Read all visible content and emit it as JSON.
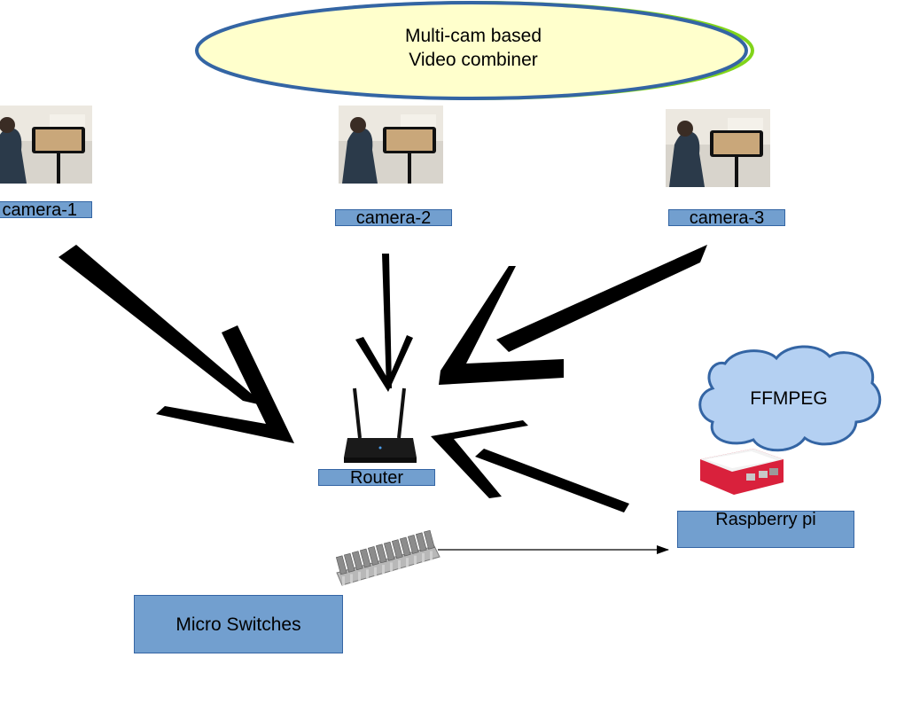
{
  "title": {
    "line1": "Multi-cam based",
    "line2": "Video combiner"
  },
  "cameras": [
    {
      "label": "camera-1"
    },
    {
      "label": "camera-2"
    },
    {
      "label": "camera-3"
    }
  ],
  "router": {
    "label": "Router"
  },
  "raspberry_pi": {
    "label": "Raspberry pi"
  },
  "ffmpeg": {
    "label": "FFMPEG"
  },
  "micro_switches": {
    "label": "Micro Switches"
  },
  "colors": {
    "label_fill": "#729fcf",
    "label_border": "#3465a4",
    "ellipse_fill": "#ffffcc",
    "ellipse_border": "#3465a4",
    "ellipse_glow": "#81d41a",
    "cloud_fill": "#b4d0f2",
    "cloud_border": "#3465a4",
    "arrow": "#000000"
  }
}
